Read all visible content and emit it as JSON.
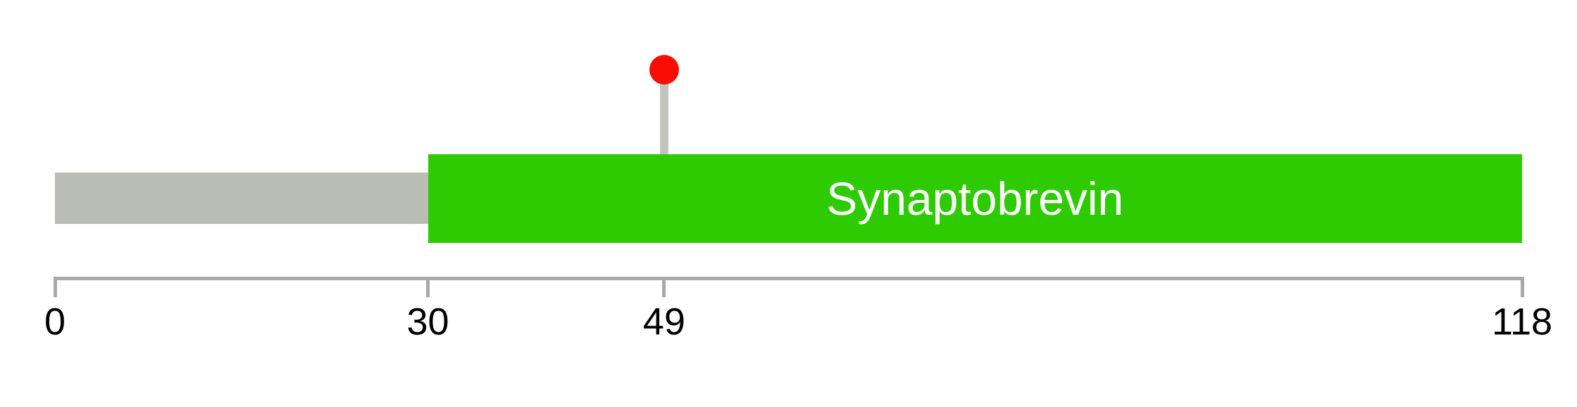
{
  "chart_data": {
    "type": "lollipop-protein-diagram",
    "xlim": [
      0,
      118
    ],
    "axis": {
      "ticks": [
        {
          "value": 0,
          "label": "0"
        },
        {
          "value": 30,
          "label": "30"
        },
        {
          "value": 49,
          "label": "49"
        },
        {
          "value": 118,
          "label": "118"
        }
      ],
      "line_color": "#a9a9a9",
      "tick_color": "#a9a9a9",
      "label_color": "#000000"
    },
    "backbone": {
      "start": 0,
      "end": 118,
      "color": "#babdb4"
    },
    "domains": [
      {
        "label": "Synaptobrevin",
        "start": 30,
        "end": 118,
        "color": "#2fcb02",
        "label_color": "#ffffff"
      }
    ],
    "mutations": [
      {
        "position": 49,
        "marker_color": "#f90d05",
        "stem_color": "#c3c4c0"
      }
    ]
  }
}
